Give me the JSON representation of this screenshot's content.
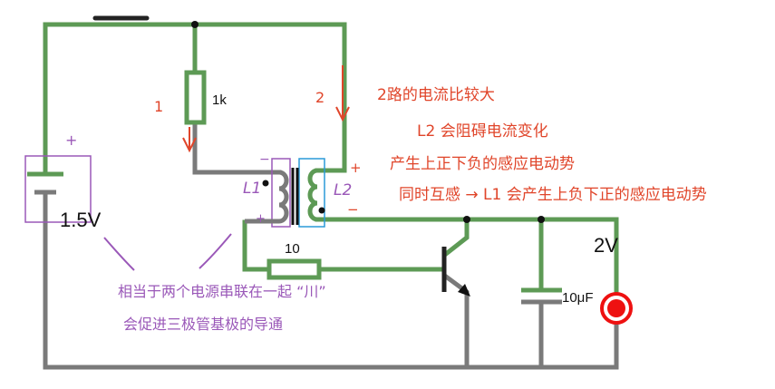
{
  "components": {
    "battery_label": "1.5V",
    "battery_plus": "+",
    "resistor_1_label": "1k",
    "resistor_2_label": "10",
    "capacitor_label": "10μF",
    "output_label": "2V",
    "coil_1_label": "L1",
    "coil_2_label": "L2",
    "l1_top_sign": "−",
    "l1_bottom_sign": "+",
    "l2_top_sign": "+",
    "l2_bottom_sign": "−"
  },
  "annotations": {
    "path_1": "1",
    "path_2": "2",
    "red_lines": [
      "2路的电流比较大",
      "L2 会阻碍电流变化",
      "产生上正下负的感应电动势",
      "同时互感 → L1 会产生上负下正的感应电动势"
    ],
    "purple_lines": [
      "相当于两个电源串联在一起 “川”",
      "会促进三极管基极的导通"
    ]
  },
  "colors": {
    "wire_on": "#5d9a55",
    "wire_off": "#7a7a7a",
    "annotation_red": "#e0452a",
    "annotation_purple": "#9a58b8",
    "led": "#ee1111"
  }
}
